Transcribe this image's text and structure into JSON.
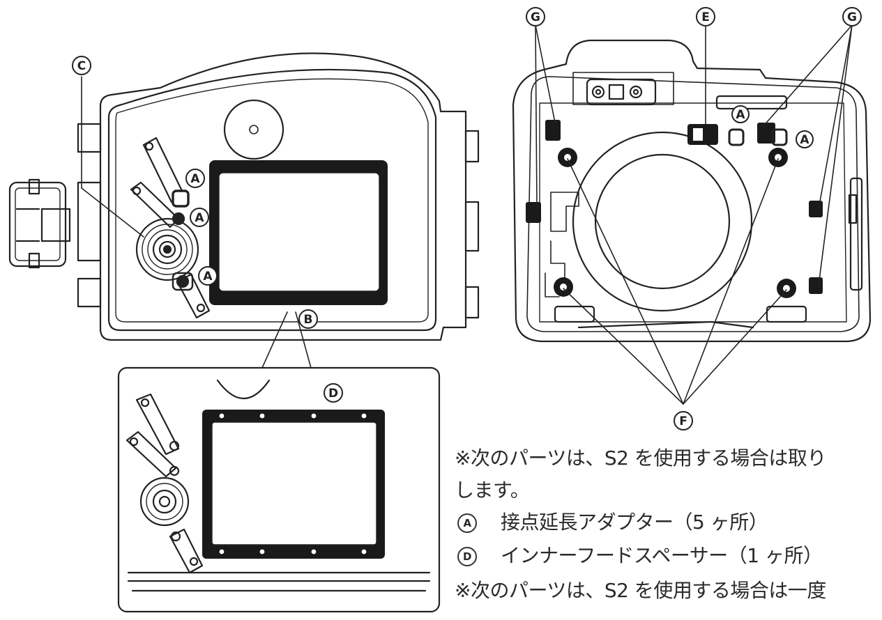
{
  "markers": {
    "a": "A",
    "b": "B",
    "c": "C",
    "d": "D",
    "e": "E",
    "f": "F",
    "g": "G"
  },
  "notes": {
    "note1_line1": "※次のパーツは、S2 を使用する場合は取り",
    "note1_line2": "します。",
    "item_a_marker": "A",
    "item_a_text": "接点延長アダプター（5 ヶ所）",
    "item_d_marker": "D",
    "item_d_text": "インナーフードスペーサー（1 ヶ所）",
    "note2_line1": "※次のパーツは、S2 を使用する場合は一度"
  }
}
